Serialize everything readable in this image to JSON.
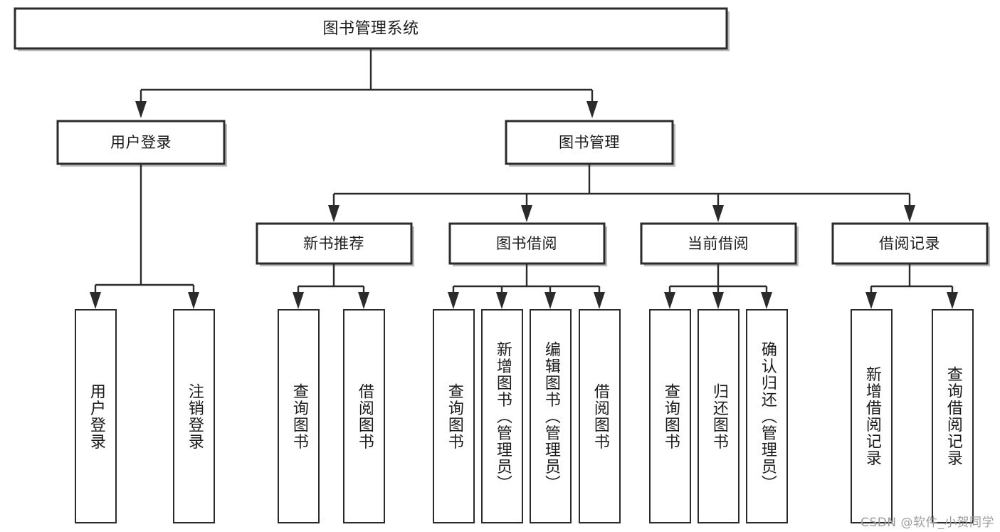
{
  "diagram": {
    "title": "图书管理系统",
    "type": "功能结构图",
    "watermark": "CSDN @软件_小贺同学",
    "colors": {
      "box_stroke": "#2b2b2b",
      "box_fill": "#ffffff",
      "connector": "#2b2b2b",
      "text": "#1b1b1b",
      "watermark": "#9c9c9c",
      "background": "#ffffff"
    },
    "root": {
      "label": "图书管理系统"
    },
    "level2": [
      {
        "label": "用户登录"
      },
      {
        "label": "图书管理"
      }
    ],
    "level3": [
      {
        "label": "新书推荐"
      },
      {
        "label": "图书借阅"
      },
      {
        "label": "当前借阅"
      },
      {
        "label": "借阅记录"
      }
    ],
    "leaves": {
      "user_login": [
        {
          "label": "用户登录"
        },
        {
          "label": "注销登录"
        }
      ],
      "new_book_recommend": [
        {
          "label": "查询图书"
        },
        {
          "label": "借阅图书"
        }
      ],
      "book_borrow": [
        {
          "label": "查询图书"
        },
        {
          "label": "新增图书（管理员）"
        },
        {
          "label": "编辑图书（管理员）"
        },
        {
          "label": "借阅图书"
        }
      ],
      "current_borrow": [
        {
          "label": "查询图书"
        },
        {
          "label": "归还图书"
        },
        {
          "label": "确认归还（管理员）"
        }
      ],
      "borrow_record": [
        {
          "label": "新增借阅记录"
        },
        {
          "label": "查询借阅记录"
        }
      ]
    }
  }
}
